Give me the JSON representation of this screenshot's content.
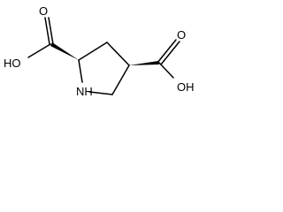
{
  "molecule": {
    "atoms": {
      "left_oxygen": "O",
      "left_hydroxyl": "HO",
      "ring_nitrogen": "NH",
      "right_oxygen": "O",
      "right_hydroxyl": "OH"
    }
  }
}
